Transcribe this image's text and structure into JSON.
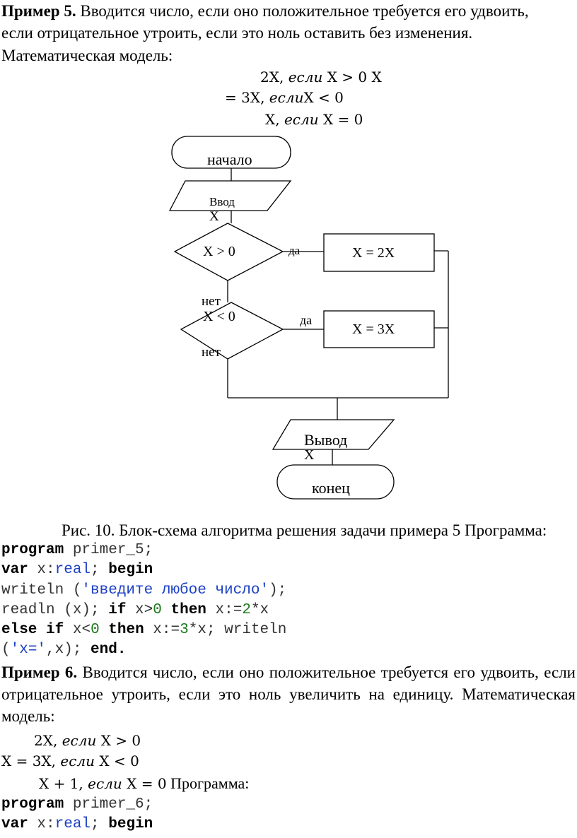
{
  "example5": {
    "label": "Пример 5.",
    "line1": " Вводится число, если оно положительное требуется его удвоить,",
    "line2": "если отрицательное утроить, если это ноль оставить без изменения.",
    "line3": "Математическая модель:",
    "model": {
      "l1_expr": "2X, ",
      "l1_cond_word": "если",
      "l1_cond": " X > 0 X",
      "l2_expr": "= 3X, ",
      "l2_cond_word": "если",
      "l2_cond": "X < 0",
      "l3_expr": "X, ",
      "l3_cond_word": "если",
      "l3_cond": " X = 0"
    }
  },
  "flowchart": {
    "start": "начало",
    "input_word": "Ввод",
    "input_var": "X",
    "cond1": "X > 0",
    "cond2": "X < 0",
    "yes1": "да",
    "yes2": "да",
    "no1": "нет",
    "no2": "нет",
    "action1": "X = 2X",
    "action2": "X = 3X",
    "output_word": "Вывод",
    "output_var": "X",
    "end": "конец"
  },
  "caption": "Рис. 10. Блок-схема алгоритма решения задачи примера 5 Программа:",
  "program5": {
    "l1_kw": "program",
    "l1_rest": " primer_5;",
    "l2_kw": "var",
    "l2_a": " x:",
    "l2_type": "real",
    "l2_b": "; ",
    "l2_kw2": "begin",
    "l3_a": "writeln (",
    "l3_str": "'введите любое число'",
    "l3_b": ");",
    "l4_a": "readln (x); ",
    "l4_kw": "if",
    "l4_b": " x>",
    "l4_num": "0",
    "l4_c": " ",
    "l4_kw2": "then",
    "l4_d": " x:=",
    "l4_num2": "2",
    "l4_e": "*x",
    "l5_kw": "else",
    "l5_a": " ",
    "l5_kw2": "if",
    "l5_b": " x<",
    "l5_num": "0",
    "l5_c": " ",
    "l5_kw3": "then",
    "l5_d": " x:=",
    "l5_num2": "3",
    "l5_e": "*x; writeln",
    "l6_a": "(",
    "l6_str": "'x='",
    "l6_b": ",x); ",
    "l6_kw": "end."
  },
  "example6": {
    "label": "Пример 6.",
    "line1": " Вводится число, если оно положительное требуется его  удвоить, если",
    "line2": "отрицательное утроить, если это ноль увеличить на единицу. Математическая",
    "line3": "модель:",
    "model": {
      "l1_expr": "2X, ",
      "l1_cond_word": "если",
      "l1_cond": " X > 0",
      "l2_expr": "X = 3X, ",
      "l2_cond_word": "если",
      "l2_cond": " X < 0",
      "l3_expr": "X + 1, ",
      "l3_cond_word": "если",
      "l3_cond": " X = 0",
      "l3_tail": " Программа:"
    }
  },
  "program6": {
    "l1_kw": "program",
    "l1_rest": " primer_6;",
    "l2_kw": "var",
    "l2_a": " x:",
    "l2_type": "real",
    "l2_b": "; ",
    "l2_kw2": "begin"
  }
}
